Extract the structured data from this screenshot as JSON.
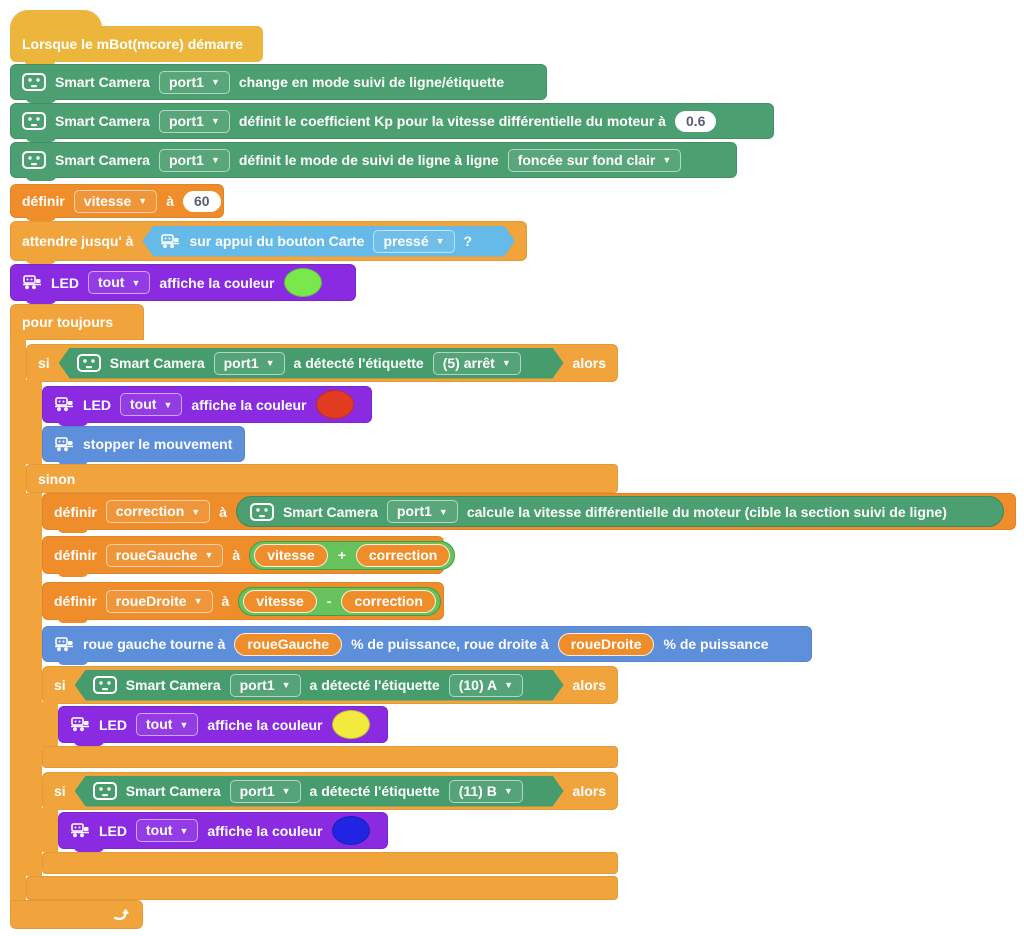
{
  "ui": {
    "arrow": "▼"
  },
  "palette": {
    "hat_yellow": "#ecb63d",
    "camera_green": "#4c9f70",
    "control_orange": "#f0a43b",
    "variable_orange": "#ee8d2a",
    "led_purple": "#8a2be2",
    "action_blue": "#5d8fdb",
    "boolean_blue": "#65bae8",
    "operator_green": "#67c25c"
  },
  "program": {
    "hat": {
      "label": "Lorsque le mBot(mcore) démarre"
    },
    "cam_mode": {
      "device": "Smart Camera",
      "port": "port1",
      "text": "change en mode suivi de ligne/étiquette"
    },
    "cam_kp": {
      "device": "Smart Camera",
      "port": "port1",
      "text": "définit le coefficient Kp pour la vitesse différentielle du moteur à",
      "value": "0.6"
    },
    "cam_line": {
      "device": "Smart Camera",
      "port": "port1",
      "text": "définit le mode de suivi de ligne à  ligne",
      "option": "foncée sur fond clair"
    },
    "set_speed": {
      "kw": "définir",
      "variable": "vitesse",
      "prep": "à",
      "value": "60"
    },
    "wait_until": {
      "kw": "attendre jusqu' à",
      "bool_text": "sur appui du bouton Carte",
      "bool_option": "pressé",
      "bool_suffix": "?"
    },
    "led_start": {
      "kw": "LED",
      "option": "tout",
      "text": "affiche la couleur",
      "color": "#79e84c"
    },
    "forever": {
      "label": "pour toujours"
    },
    "if1": {
      "kw": "si",
      "then": "alors",
      "device": "Smart Camera",
      "port": "port1",
      "text": "a détecté l'étiquette",
      "tag": "(5) arrêt"
    },
    "led_red": {
      "kw": "LED",
      "option": "tout",
      "text": "affiche la couleur",
      "color": "#e23b22"
    },
    "stop_move": {
      "label": "stopper le mouvement"
    },
    "else": {
      "label": "sinon"
    },
    "set_correction": {
      "kw": "définir",
      "variable": "correction",
      "prep": "à",
      "device": "Smart Camera",
      "port": "port1",
      "text": "calcule la vitesse différentielle du moteur (cible la section suivi de ligne)"
    },
    "set_left": {
      "kw": "définir",
      "variable": "roueGauche",
      "prep": "à",
      "a": "vitesse",
      "op": "+",
      "b": "correction"
    },
    "set_right": {
      "kw": "définir",
      "variable": "roueDroite",
      "prep": "à",
      "a": "vitesse",
      "op": "-",
      "b": "correction"
    },
    "motor": {
      "t1": "roue gauche tourne à",
      "v1": "roueGauche",
      "t2": "% de puissance, roue droite à",
      "v2": "roueDroite",
      "t3": "% de puissance"
    },
    "if2": {
      "kw": "si",
      "then": "alors",
      "device": "Smart Camera",
      "port": "port1",
      "text": "a détecté l'étiquette",
      "tag": "(10) A"
    },
    "led_yellow": {
      "kw": "LED",
      "option": "tout",
      "text": "affiche la couleur",
      "color": "#f2ea3e"
    },
    "if3": {
      "kw": "si",
      "then": "alors",
      "device": "Smart Camera",
      "port": "port1",
      "text": "a détecté l'étiquette",
      "tag": "(11) B"
    },
    "led_blue": {
      "kw": "LED",
      "option": "tout",
      "text": "affiche la couleur",
      "color": "#2125e3"
    }
  }
}
